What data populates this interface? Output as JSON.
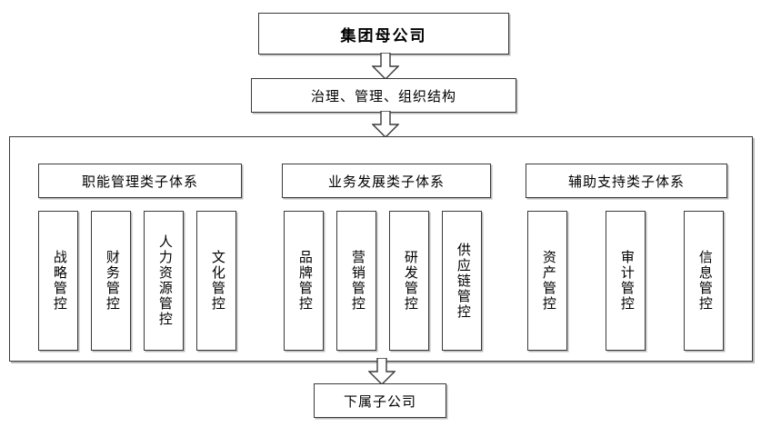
{
  "diagram": {
    "title_node": {
      "label": "集团母公司"
    },
    "structure_node": {
      "label": "治理、管理、组织结构"
    },
    "bottom_node": {
      "label": "下属子公司"
    },
    "groups": [
      {
        "header": "职能管理类子体系",
        "items": [
          {
            "label": "战略管控"
          },
          {
            "label": "财务管控"
          },
          {
            "label": "人力资源管控"
          },
          {
            "label": "文化管控"
          }
        ]
      },
      {
        "header": "业务发展类子体系",
        "items": [
          {
            "label": "品牌管控"
          },
          {
            "label": "营销管控"
          },
          {
            "label": "研发管控"
          },
          {
            "label": "供应链管控"
          }
        ]
      },
      {
        "header": "辅助支持类子体系",
        "items": [
          {
            "label": "资产管控"
          },
          {
            "label": "审计管控"
          },
          {
            "label": "信息管控"
          }
        ]
      }
    ],
    "connectors": [
      {
        "name": "arrow-top-to-structure"
      },
      {
        "name": "arrow-structure-to-systems"
      },
      {
        "name": "arrow-systems-to-bottom"
      }
    ],
    "colors": {
      "border": "#3a3a3a",
      "shadow": "#b9b9b9",
      "background": "#ffffff",
      "text": "#000000"
    }
  }
}
